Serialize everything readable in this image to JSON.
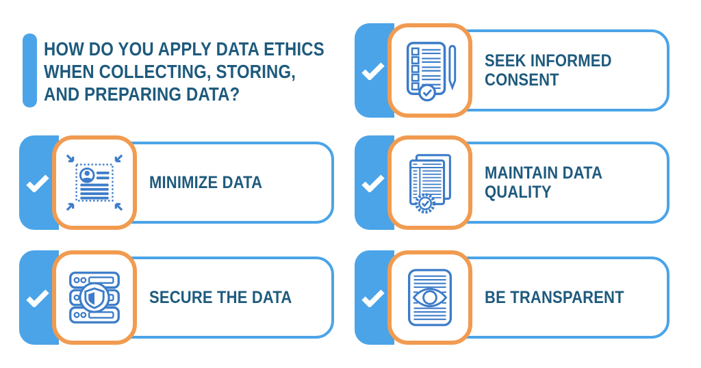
{
  "title": {
    "full_text": "HOW DO YOU APPLY DATA ETHICS WHEN COLLECTING, STORING, AND PREPARING DATA?",
    "lines": [
      "HOW DO YOU APPLY DATA ETHICS",
      "WHEN COLLECTING, STORING,",
      "AND PREPARING DATA?"
    ]
  },
  "colors": {
    "light_blue": "#4BA4E8",
    "orange": "#F19B50",
    "icon_blue": "#3C7CC8",
    "text_blue": "#1E5A7D",
    "check_mark": "#FFFFFF"
  },
  "cards": [
    {
      "label": "SEEK INFORMED CONSENT",
      "icon": "checklist-pencil-icon",
      "check_icon": "checkmark-icon"
    },
    {
      "label": "MINIMIZE DATA",
      "icon": "compress-document-icon",
      "check_icon": "checkmark-icon"
    },
    {
      "label": "MAINTAIN DATA QUALITY",
      "icon": "certified-documents-icon",
      "check_icon": "checkmark-icon"
    },
    {
      "label": "SECURE THE DATA",
      "icon": "server-shield-icon",
      "check_icon": "checkmark-icon"
    },
    {
      "label": "BE TRANSPARENT",
      "icon": "document-eye-icon",
      "check_icon": "checkmark-icon"
    }
  ]
}
